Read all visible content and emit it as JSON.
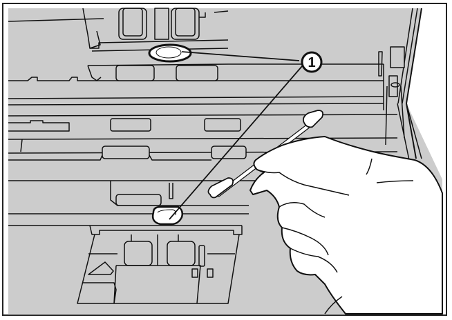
{
  "figure": {
    "subject": "scanner-interior-cleaning",
    "callouts": [
      {
        "label": "1",
        "targets": [
          "upper-sensor-glass",
          "lower-sensor-glass"
        ]
      }
    ],
    "colors": {
      "background": "#ffffff",
      "scanner_body": "#cccccc",
      "outline": "#111111",
      "highlight": "#ffffff"
    }
  }
}
